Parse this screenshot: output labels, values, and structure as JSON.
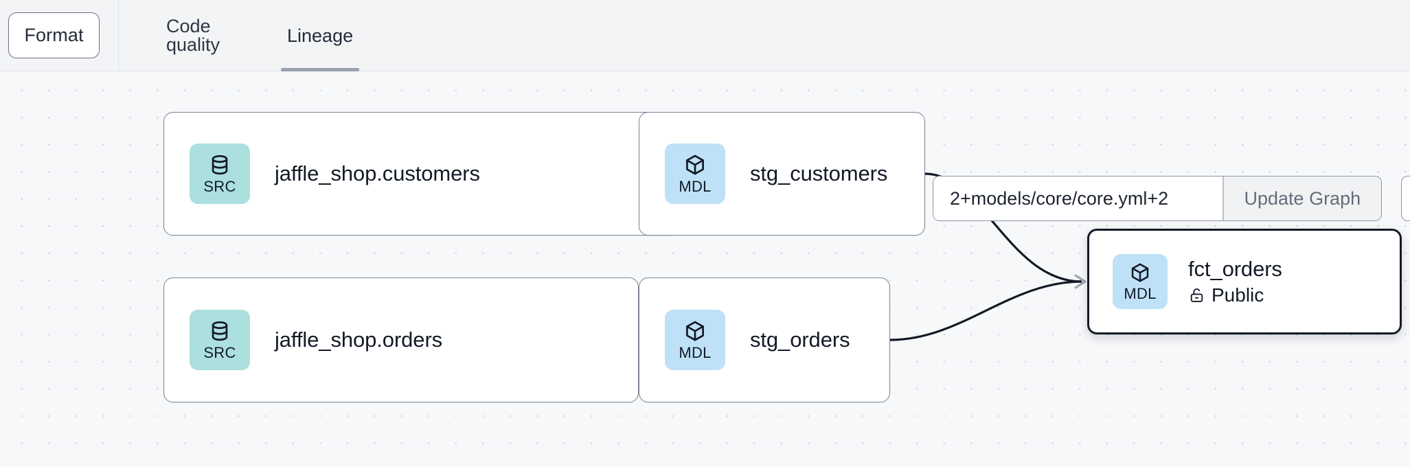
{
  "toolbar": {
    "format_label": "Format",
    "tabs": [
      {
        "label": "Code quality",
        "active": false
      },
      {
        "label": "Lineage",
        "active": true
      }
    ]
  },
  "graph_controls": {
    "selector_value": "2+models/core/core.yml+2",
    "selector_placeholder": "Enter a dbt selector",
    "update_label": "Update Graph"
  },
  "lineage": {
    "nodes": [
      {
        "id": "src_customers",
        "badge_kind": "SRC",
        "badge_icon": "database-icon",
        "title": "jaffle_shop.customers",
        "subtitle": "",
        "selected": false
      },
      {
        "id": "src_orders",
        "badge_kind": "SRC",
        "badge_icon": "database-icon",
        "title": "jaffle_shop.orders",
        "subtitle": "",
        "selected": false
      },
      {
        "id": "stg_customers",
        "badge_kind": "MDL",
        "badge_icon": "cube-icon",
        "title": "stg_customers",
        "subtitle": "",
        "selected": false
      },
      {
        "id": "stg_orders",
        "badge_kind": "MDL",
        "badge_icon": "cube-icon",
        "title": "stg_orders",
        "subtitle": "",
        "selected": false
      },
      {
        "id": "fct_orders",
        "badge_kind": "MDL",
        "badge_icon": "cube-icon",
        "title": "fct_orders",
        "subtitle": "Public",
        "subtitle_icon": "unlock-icon",
        "selected": true
      }
    ],
    "edges": [
      {
        "from": "src_customers",
        "to": "stg_customers"
      },
      {
        "from": "src_orders",
        "to": "stg_orders"
      },
      {
        "from": "stg_customers",
        "to": "fct_orders"
      },
      {
        "from": "stg_orders",
        "to": "fct_orders"
      }
    ]
  },
  "colors": {
    "source_badge": "#ace0de",
    "model_badge": "#bfe1f8",
    "canvas_bg": "#f7f8fa",
    "toolbar_bg": "#f3f4f6",
    "edge": "#131a26",
    "tab_underline": "#9aa2b0",
    "selected_node_border": "#131a26"
  }
}
